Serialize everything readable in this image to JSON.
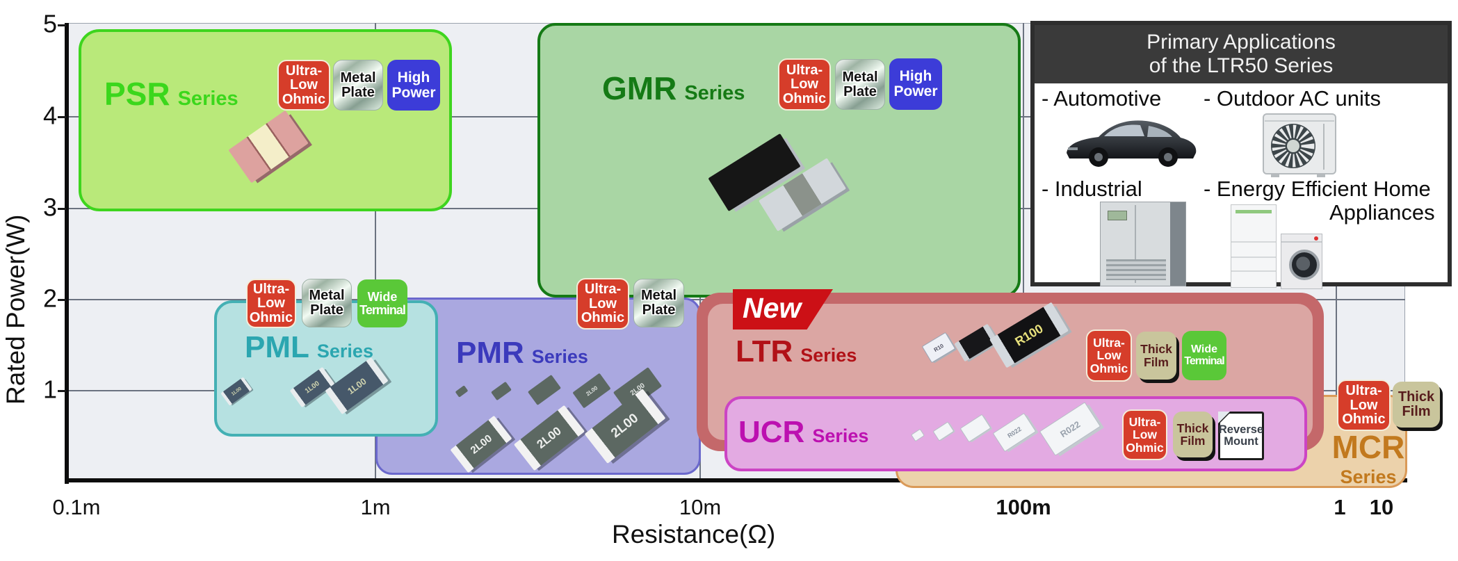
{
  "y_axis": {
    "title": "Rated Power(W)",
    "ticks": [
      "5",
      "4",
      "3",
      "2",
      "1"
    ]
  },
  "x_axis": {
    "title": "Resistance(Ω)",
    "ticks": [
      "0.1m",
      "1m",
      "10m",
      "100m",
      "1",
      "10"
    ]
  },
  "flags": {
    "new": "New"
  },
  "badges": {
    "ultra_low_ohmic": {
      "l1": "Ultra-",
      "l2": "Low",
      "l3": "Ohmic"
    },
    "metal_plate": {
      "l1": "Metal",
      "l2": "Plate"
    },
    "high_power": {
      "l1": "High",
      "l2": "Power"
    },
    "thick_film": {
      "l1": "Thick",
      "l2": "Film"
    },
    "wide_terminal": {
      "l1": "Wide",
      "l2": "Terminal"
    },
    "reverse_mount": {
      "l1": "Reverse",
      "l2": "Mount"
    }
  },
  "series": {
    "psr": {
      "name": "PSR",
      "suffix": "Series"
    },
    "gmr": {
      "name": "GMR",
      "suffix": "Series"
    },
    "pml": {
      "name": "PML",
      "suffix": "Series"
    },
    "pmr": {
      "name": "PMR",
      "suffix": "Series"
    },
    "ltr": {
      "name": "LTR",
      "suffix": "Series"
    },
    "ucr": {
      "name": "UCR",
      "suffix": "Series"
    },
    "mcr": {
      "name": "MCR",
      "suffix": "Series"
    }
  },
  "chips": {
    "pml": "1L00",
    "pmr": "2L00",
    "ltr_small": "R10",
    "ltr_big": "R100",
    "ucr": "R022"
  },
  "applications": {
    "title_l1": "Primary Applications",
    "title_l2": "of the LTR50 Series",
    "automotive": "- Automotive",
    "outdoor_ac": "- Outdoor AC units",
    "industrial": "- Industrial",
    "energy_l1": "- Energy Efficient Home",
    "energy_l2": "Appliances"
  },
  "chart_data": {
    "type": "area",
    "title": "Resistor series lineup by resistance range and rated power",
    "xlabel": "Resistance(Ω)",
    "ylabel": "Rated Power(W)",
    "x_scale": "log",
    "x_ticks": [
      "0.1m",
      "1m",
      "10m",
      "100m",
      "1",
      "10"
    ],
    "x_ticks_bold": [
      "100m",
      "1",
      "10"
    ],
    "y_ticks": [
      1,
      2,
      3,
      4,
      5
    ],
    "ylim": [
      0,
      5
    ],
    "grid": true,
    "series": [
      {
        "name": "PSR",
        "resistance_range_ohm": [
          0.0001,
          0.0018
        ],
        "power_range_w": [
          3,
          5
        ],
        "features": [
          "Ultra-Low Ohmic",
          "Metal Plate",
          "High Power"
        ],
        "fill": "#b9e97a",
        "border": "#3ed51e",
        "label_color": "#3bd71c",
        "is_new": false
      },
      {
        "name": "GMR",
        "resistance_range_ohm": [
          0.0035,
          0.14
        ],
        "power_range_w": [
          2,
          5
        ],
        "features": [
          "Ultra-Low Ohmic",
          "Metal Plate",
          "High Power"
        ],
        "fill": "#a9d6a4",
        "border": "#157a15",
        "label_color": "#157a15",
        "is_new": false
      },
      {
        "name": "PML",
        "resistance_range_ohm": [
          0.0003,
          0.0016
        ],
        "power_range_w": [
          0.5,
          2
        ],
        "features": [
          "Ultra-Low Ohmic",
          "Metal Plate",
          "Wide Terminal"
        ],
        "fill": "#b6e1e1",
        "border": "#44b0b4",
        "label_color": "#2ba6b0",
        "is_new": false
      },
      {
        "name": "PMR",
        "resistance_range_ohm": [
          0.001,
          0.011
        ],
        "power_range_w": [
          0,
          2
        ],
        "features": [
          "Ultra-Low Ohmic",
          "Metal Plate"
        ],
        "fill": "#aaa8e0",
        "border": "#6a68cc",
        "label_color": "#3b3abc",
        "is_new": false
      },
      {
        "name": "LTR",
        "resistance_range_ohm": [
          0.011,
          0.9
        ],
        "power_range_w": [
          0.3,
          2
        ],
        "features": [
          "Ultra-Low Ohmic",
          "Thick Film",
          "Wide Terminal"
        ],
        "fill": "#dba6a3",
        "border": "#c4686a",
        "label_color": "#b11117",
        "is_new": true
      },
      {
        "name": "UCR",
        "resistance_range_ohm": [
          0.013,
          0.8
        ],
        "power_range_w": [
          0.1,
          0.95
        ],
        "features": [
          "Ultra-Low Ohmic",
          "Thick Film",
          "Reverse Mount"
        ],
        "fill": "#e3aae2",
        "border": "#cc44c4",
        "label_color": "#bc10b0",
        "is_new": false
      },
      {
        "name": "MCR",
        "resistance_range_ohm": [
          0.05,
          10
        ],
        "power_range_w": [
          0,
          0.95
        ],
        "features": [
          "Ultra-Low Ohmic",
          "Thick Film"
        ],
        "fill": "#ecd2ab",
        "border": "#da9a58",
        "label_color": "#c2791e",
        "is_new": false
      }
    ],
    "annotations": [
      "New flag on LTR Series"
    ],
    "legend_position": "none"
  }
}
